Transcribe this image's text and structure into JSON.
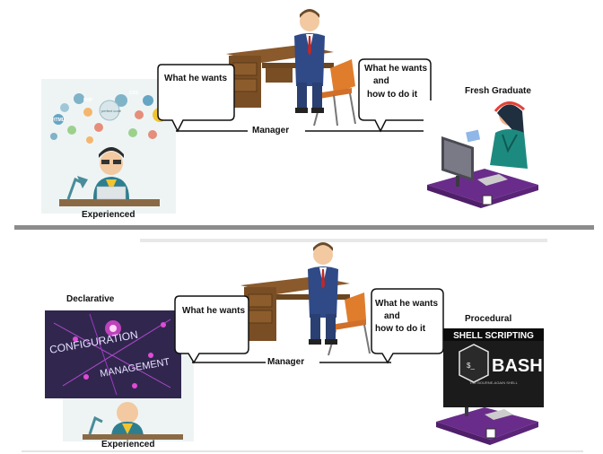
{
  "top_panel": {
    "left_person_label": "Experienced",
    "right_person_label": "Fresh Graduate",
    "center_label": "Manager",
    "left_bubble": "What he wants",
    "right_bubble_line1": "What he wants",
    "right_bubble_line2": "and",
    "right_bubble_line3": "how to do it",
    "tech_tags": [
      "PHP",
      "CSS",
      "HTML",
      "perfect code"
    ]
  },
  "bottom_panel": {
    "left_category": "Declarative",
    "right_category": "Procedural",
    "left_person_label": "Experienced",
    "center_label": "Manager",
    "left_bubble": "What he wants",
    "right_bubble_line1": "What he wants",
    "right_bubble_line2": "and",
    "right_bubble_line3": "how to do it",
    "config_line1": "CONFIGURATION",
    "config_line2": "MANAGEMENT",
    "shell_title": "SHELL SCRIPTING",
    "bash_label": "BASH",
    "bash_subtitle": "THE BOURNE-AGAIN SHELL",
    "bash_prompt": "$_"
  }
}
